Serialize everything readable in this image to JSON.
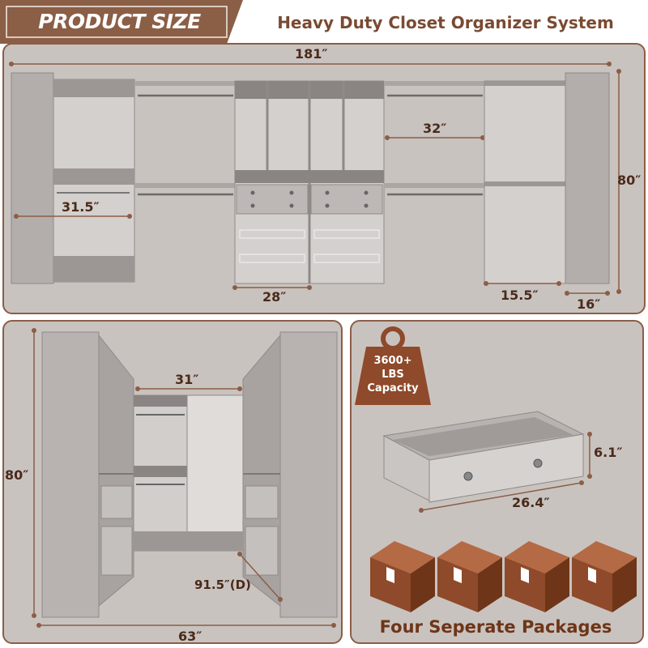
{
  "banner": {
    "title": "PRODUCT SIZE"
  },
  "headline": "Heavy Duty Closet Organizer System",
  "top_panel": {
    "width": "181″",
    "height": "80″",
    "left_section": "31.5″",
    "corner_rod": "32″",
    "center_tower": "28″",
    "right_depth": "15.5″",
    "right_edge": "16″"
  },
  "walkin_panel": {
    "height": "80″",
    "back_rod": "31″",
    "depth": "91.5″(D)",
    "width": "63″"
  },
  "weight_badge": {
    "line1": "3600+",
    "line2": "LBS",
    "line3": "Capacity"
  },
  "drawer": {
    "height": "6.1″",
    "width": "26.4″"
  },
  "packages": {
    "label": "Four Seperate Packages",
    "count": 4
  },
  "colors": {
    "accent": "#8b5e46",
    "panel_bg": "#c9c3c0",
    "text_dark": "#4a2a1a",
    "box_brown": "#8e4a2a"
  }
}
